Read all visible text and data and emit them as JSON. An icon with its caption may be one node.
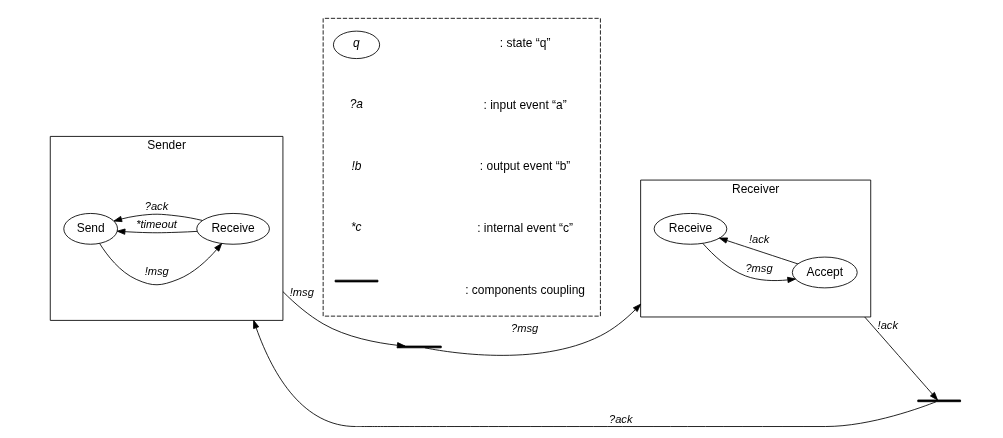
{
  "diagram": {
    "nodes": [
      {
        "text": [
          "Sender"
        ]
      },
      {
        "text": [
          "Send"
        ],
        "in": 0
      },
      {
        "text": [
          "Receive"
        ],
        "in": 0
      },
      {
        "text": [
          "Receiver"
        ]
      },
      {
        "text": [
          "Receive"
        ],
        "in": 3
      },
      {
        "text": [
          "Accept"
        ],
        "in": 3
      },
      {
        "text": [],
        "shape": "zigzag"
      },
      {
        "text": [],
        "shape": "zigzag"
      },
      {
        "text": [],
        "shape": "box"
      }
    ],
    "edges": [
      {
        "from": 1,
        "to": 2,
        "arrow": "to",
        "label": "!msg"
      },
      {
        "from": 2,
        "to": 1,
        "arrow": "to",
        "label": "*timeout"
      },
      {
        "from": 2,
        "to": 1,
        "arrow": "to",
        "label": "?ack"
      },
      {
        "from": 4,
        "to": 5,
        "arrow": "to",
        "label": "?msg"
      },
      {
        "from": 5,
        "to": 4,
        "arrow": "to",
        "label": "!ack"
      },
      {
        "from": 0,
        "to": 6,
        "arrow": "to",
        "label": "!msg"
      },
      {
        "from": 6,
        "to": 3,
        "arrow": "to",
        "label": "?msg"
      },
      {
        "from": 3,
        "to": 7,
        "arrow": "to",
        "label": "!ack"
      },
      {
        "from": 7,
        "to": 0,
        "arrow": "to",
        "label": "?ack"
      }
    ],
    "labels": [
      "q",
      "?a",
      "!b",
      "*c"
    ],
    "legend": [
      {
        "text": ": state “q”"
      },
      {
        "text": ": input event “a”"
      },
      {
        "text": ": output event “b”"
      },
      {
        "text": ": internal event “c”"
      },
      {
        "text": ": components coupling"
      }
    ]
  }
}
